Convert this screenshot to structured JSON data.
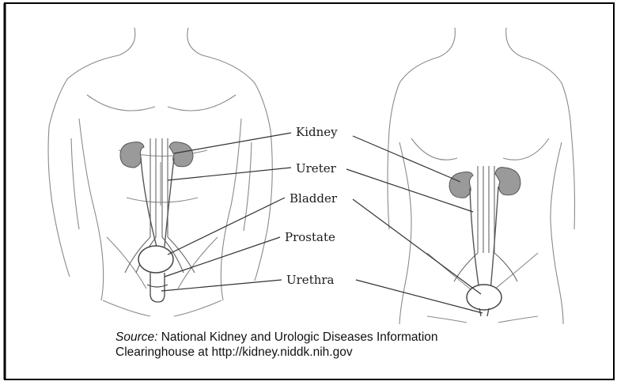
{
  "labels": {
    "kidney": "Kidney",
    "ureter": "Ureter",
    "bladder": "Bladder",
    "prostate": "Prostate",
    "urethra": "Urethra"
  },
  "source": {
    "prefix": "Source:",
    "line1": "National Kidney and Urologic Diseases Information",
    "line2": "Clearinghouse at http://kidney.niddk.nih.gov"
  },
  "colors": {
    "kidney_fill": "#9a9a9a",
    "outline": "#555555",
    "leader": "#333333"
  }
}
